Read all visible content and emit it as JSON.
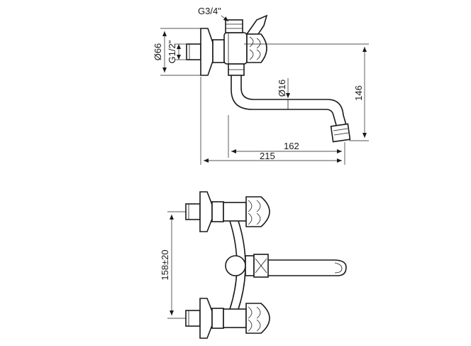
{
  "dimensions": {
    "inlet_thread": "G3/4\"",
    "flange_diameter": "Ø66",
    "wall_thread": "G1/2\"",
    "spout_diameter": "Ø16",
    "height": "146",
    "reach_spout": "162",
    "reach_total": "215",
    "center_distance": "158±20"
  }
}
